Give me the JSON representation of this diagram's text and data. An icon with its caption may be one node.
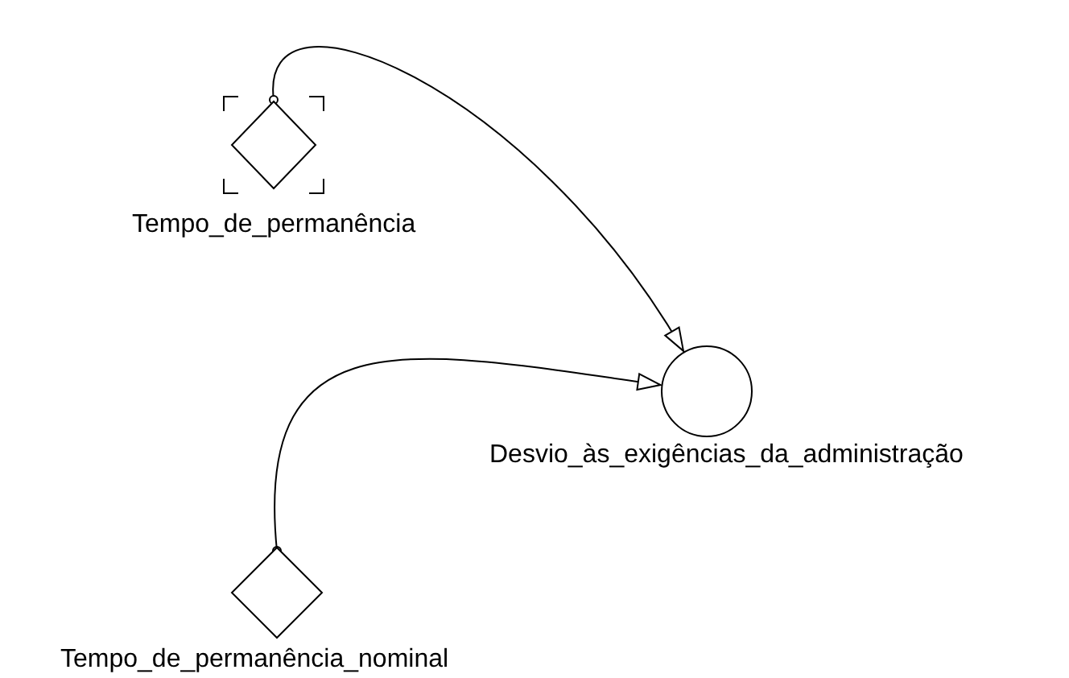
{
  "diagram": {
    "nodes": [
      {
        "text": [
          "Tempo_de_permanência"
        ]
      },
      {
        "text": [
          "Desvio_às_exigências_da_administração"
        ]
      },
      {
        "text": [
          "Tempo_de_permanência_nominal"
        ]
      }
    ],
    "edges": [
      {
        "from": 0,
        "to": 1,
        "arrow": "to"
      },
      {
        "from": 2,
        "to": 1,
        "arrow": "to"
      }
    ]
  }
}
